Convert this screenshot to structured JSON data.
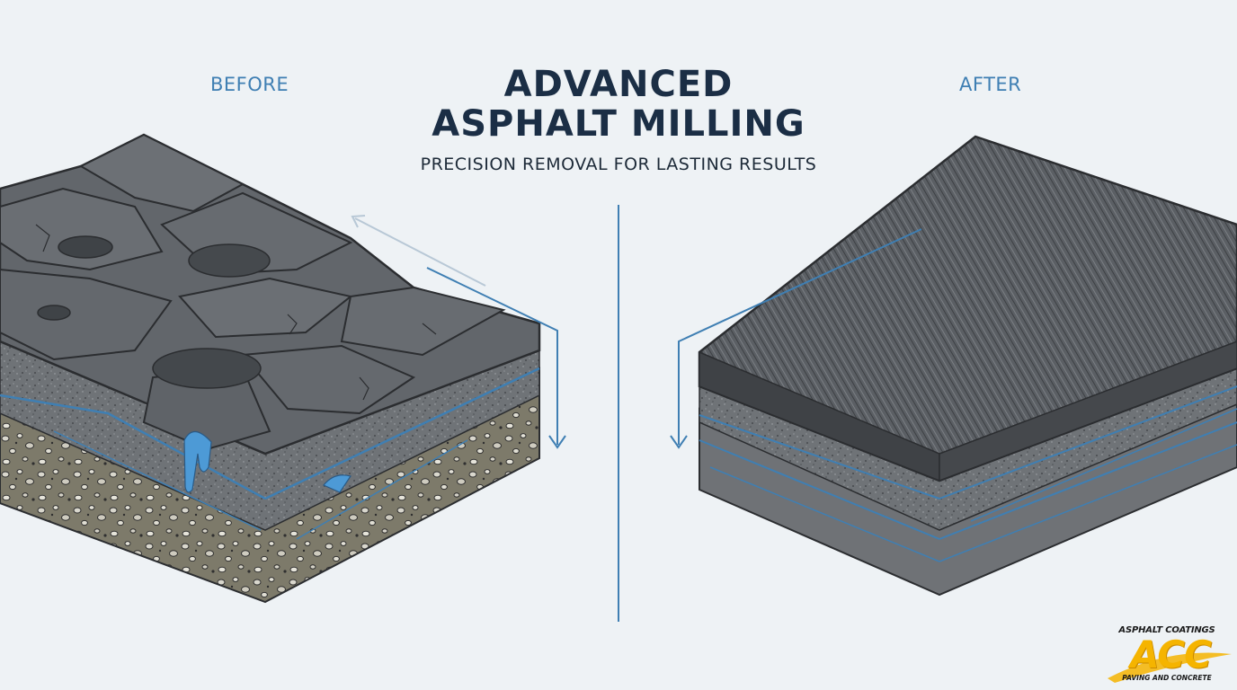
{
  "header": {
    "before_label": "BEFORE",
    "after_label": "AFTER",
    "title_line1": "ADVANCED",
    "title_line2": "ASPHALT MILLING",
    "subtitle": "PRECISION REMOVAL FOR LASTING RESULTS"
  },
  "logo": {
    "top_text": "ASPHALT COATINGS",
    "mark": "ACC",
    "bottom_text": "PAVING AND CONCRETE"
  },
  "colors": {
    "background": "#eef2f5",
    "title": "#1b2e45",
    "accent_blue": "#3f7fb3",
    "asphalt": "#5a5e63",
    "logo_yellow": "#f5b400"
  },
  "icons": [
    "arrow-down-icon",
    "arrow-left-icon"
  ]
}
